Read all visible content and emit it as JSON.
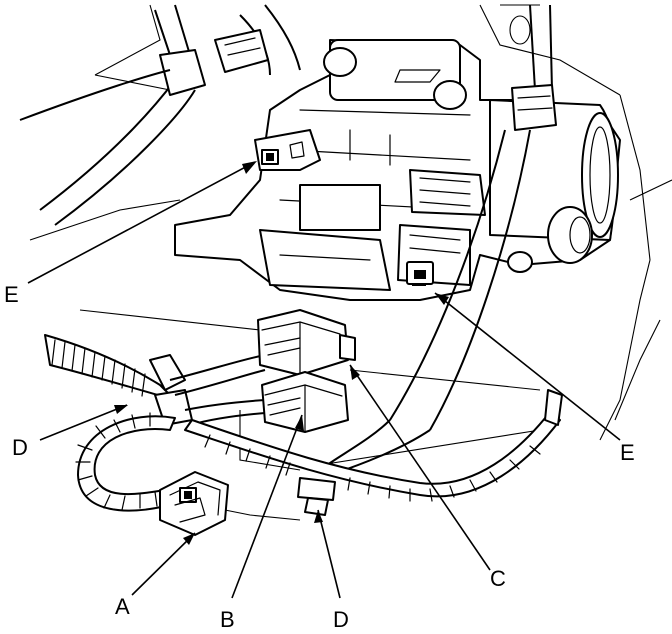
{
  "callouts": {
    "a": "A",
    "b": "B",
    "c": "C",
    "d_left": "D",
    "d_bottom": "D",
    "e_left": "E",
    "e_right": "E"
  }
}
